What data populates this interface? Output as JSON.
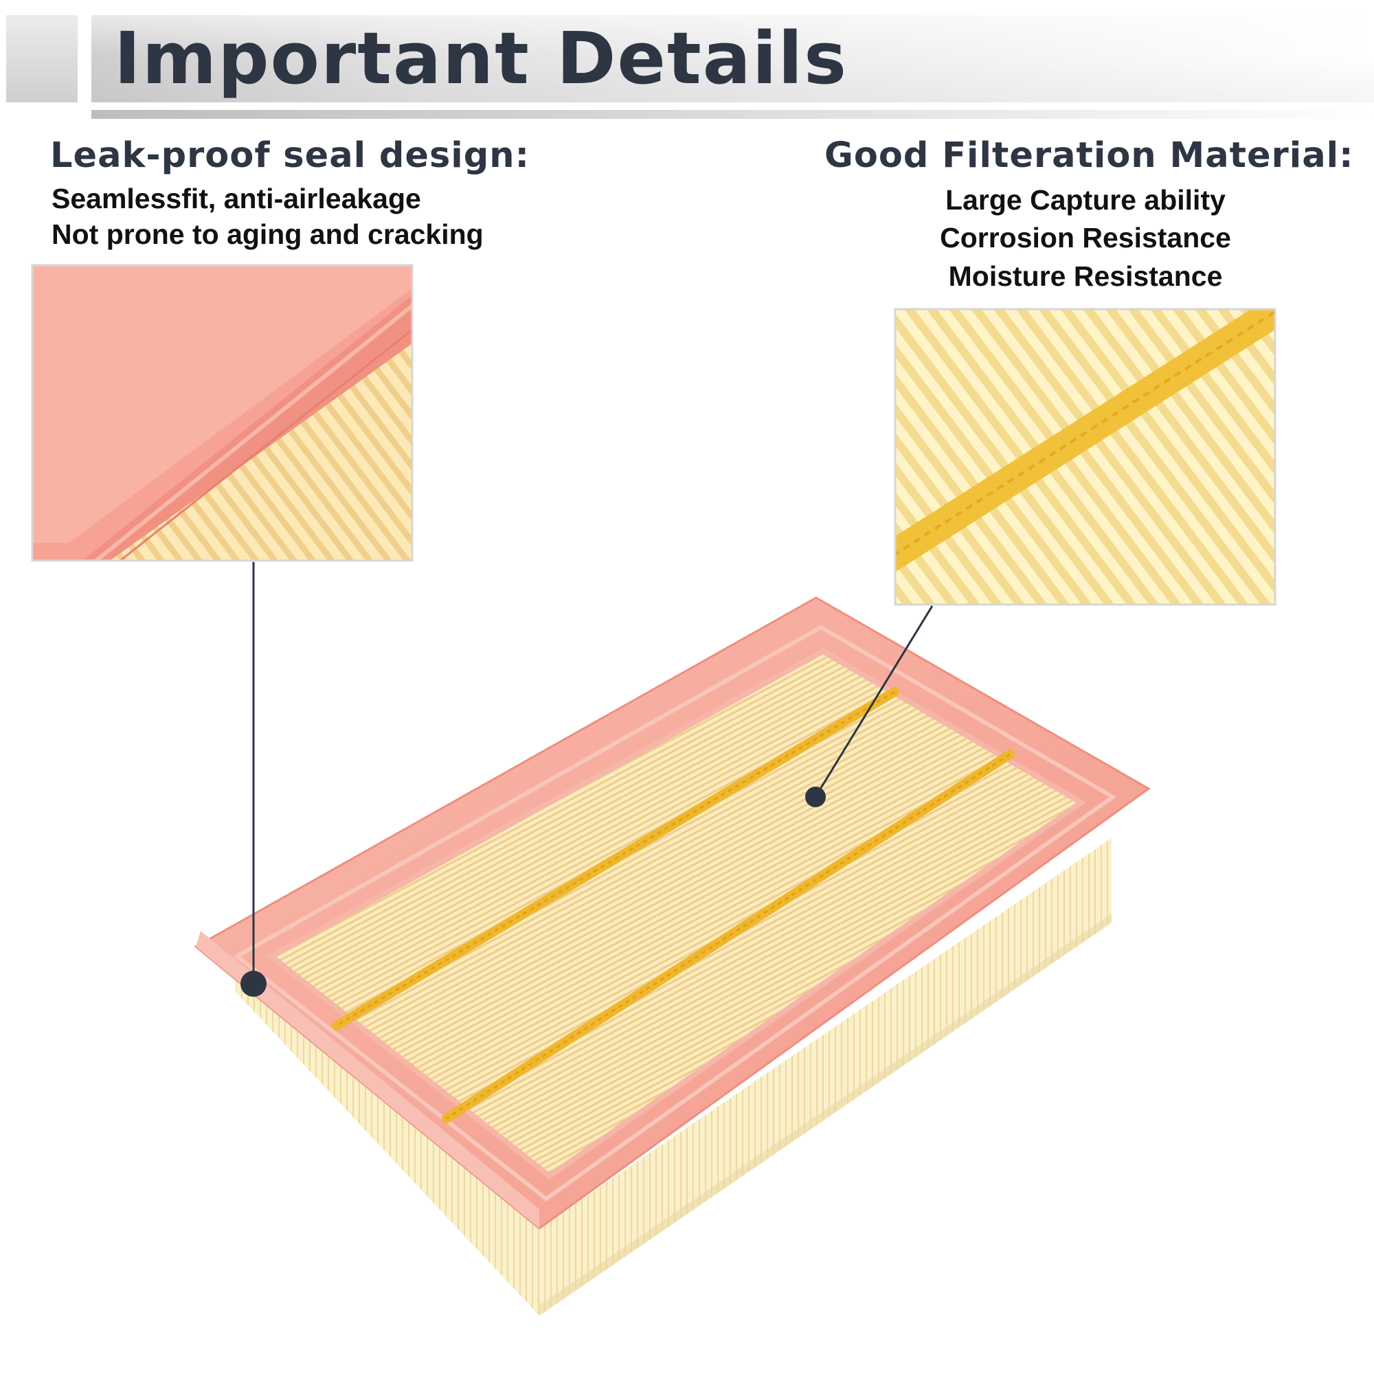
{
  "header": {
    "title": "Important Details"
  },
  "left_callout": {
    "title": "Leak-proof seal design:",
    "lines": [
      "Seamlessfit, anti-airleakage",
      "Not prone to aging and cracking"
    ]
  },
  "right_callout": {
    "title": "Good Filteration Material:",
    "lines": [
      "Large Capture ability",
      "Corrosion Resistance",
      "Moisture Resistance"
    ]
  },
  "colors": {
    "title_text": "#2e3543",
    "body_text": "#111111",
    "frame_pink": "#f4a496",
    "filter_paper": "#fbe7b4",
    "resin_bead": "#f0b62c",
    "pointer": "#2e3543"
  }
}
